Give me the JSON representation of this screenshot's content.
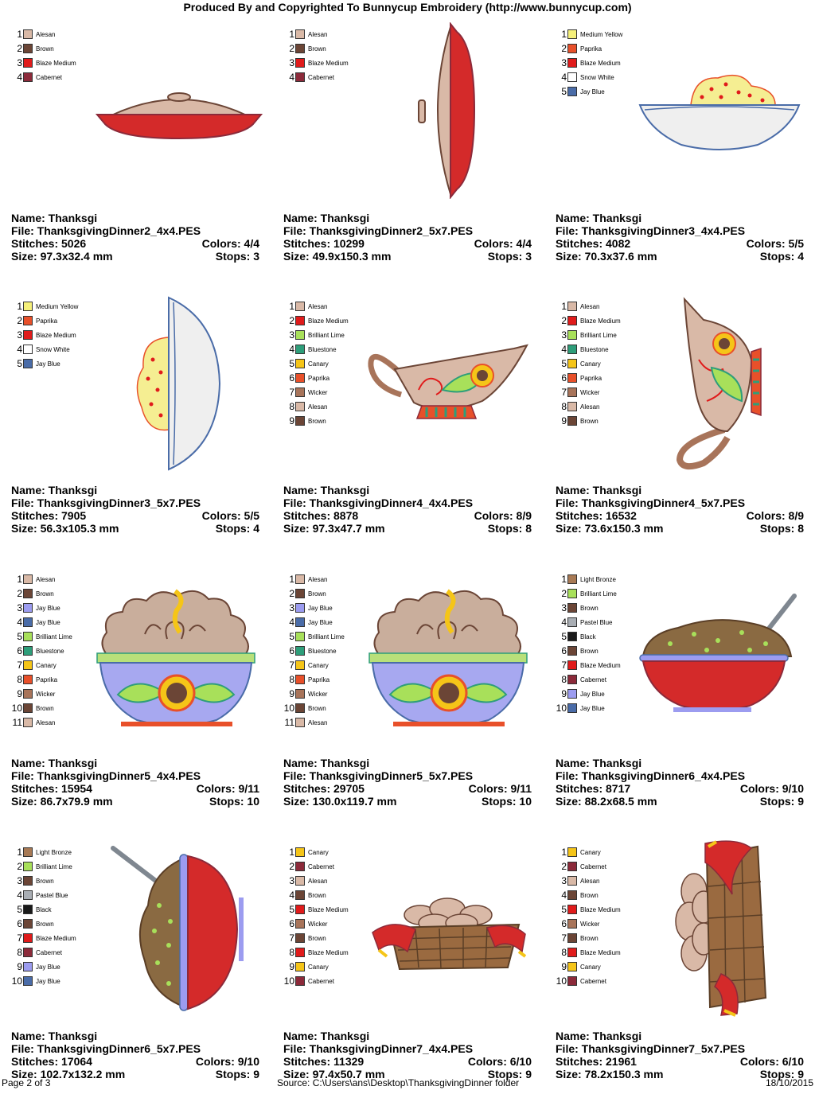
{
  "header": "Produced By and Copyrighted To Bunnycup Embroidery (http://www.bunnycup.com)",
  "footer": {
    "page": "Page 2 of 3",
    "source": "Source: C:\\Users\\ans\\Desktop\\ThanksgivingDinner folder",
    "date": "18/10/2015"
  },
  "designs": [
    {
      "name": "Name: Thanksgi",
      "file": "File: ThanksgivingDinner2_4x4.PES",
      "stitches": "Stitches: 5026",
      "colors": "Colors: 4/4",
      "size": "Size: 97.3x32.4 mm",
      "stops": "Stops: 3",
      "thread_colors": [
        {
          "num": "1",
          "name": "Alesan",
          "hex": "#D9B9A7"
        },
        {
          "num": "2",
          "name": "Brown",
          "hex": "#6B4536"
        },
        {
          "num": "3",
          "name": "Blaze Medium",
          "hex": "#E01B1B"
        },
        {
          "num": "4",
          "name": "Cabernet",
          "hex": "#8C2A3A"
        }
      ]
    },
    {
      "name": "Name: Thanksgi",
      "file": "File: ThanksgivingDinner2_5x7.PES",
      "stitches": "Stitches: 10299",
      "colors": "Colors: 4/4",
      "size": "Size: 49.9x150.3 mm",
      "stops": "Stops: 3",
      "thread_colors": [
        {
          "num": "1",
          "name": "Alesan",
          "hex": "#D9B9A7"
        },
        {
          "num": "2",
          "name": "Brown",
          "hex": "#6B4536"
        },
        {
          "num": "3",
          "name": "Blaze Medium",
          "hex": "#E01B1B"
        },
        {
          "num": "4",
          "name": "Cabernet",
          "hex": "#8C2A3A"
        }
      ]
    },
    {
      "name": "Name: Thanksgi",
      "file": "File: ThanksgivingDinner3_4x4.PES",
      "stitches": "Stitches: 4082",
      "colors": "Colors: 5/5",
      "size": "Size: 70.3x37.6 mm",
      "stops": "Stops: 4",
      "thread_colors": [
        {
          "num": "1",
          "name": "Medium Yellow",
          "hex": "#F5F07A"
        },
        {
          "num": "2",
          "name": "Paprika",
          "hex": "#E8502A"
        },
        {
          "num": "3",
          "name": "Blaze Medium",
          "hex": "#E01B1B"
        },
        {
          "num": "4",
          "name": "Snow White",
          "hex": "#FFFFFF"
        },
        {
          "num": "5",
          "name": "Jay Blue",
          "hex": "#4A6CA8"
        }
      ]
    },
    {
      "name": "Name: Thanksgi",
      "file": "File: ThanksgivingDinner3_5x7.PES",
      "stitches": "Stitches: 7905",
      "colors": "Colors: 5/5",
      "size": "Size: 56.3x105.3 mm",
      "stops": "Stops: 4",
      "thread_colors": [
        {
          "num": "1",
          "name": "Medium Yellow",
          "hex": "#F5F07A"
        },
        {
          "num": "2",
          "name": "Paprika",
          "hex": "#E8502A"
        },
        {
          "num": "3",
          "name": "Blaze Medium",
          "hex": "#E01B1B"
        },
        {
          "num": "4",
          "name": "Snow White",
          "hex": "#FFFFFF"
        },
        {
          "num": "5",
          "name": "Jay Blue",
          "hex": "#4A6CA8"
        }
      ]
    },
    {
      "name": "Name: Thanksgi",
      "file": "File: ThanksgivingDinner4_4x4.PES",
      "stitches": "Stitches: 8878",
      "colors": "Colors: 8/9",
      "size": "Size: 97.3x47.7 mm",
      "stops": "Stops: 8",
      "thread_colors": [
        {
          "num": "1",
          "name": "Alesan",
          "hex": "#D9B9A7"
        },
        {
          "num": "2",
          "name": "Blaze Medium",
          "hex": "#E01B1B"
        },
        {
          "num": "3",
          "name": "Brilliant Lime",
          "hex": "#A8E05A"
        },
        {
          "num": "4",
          "name": "Bluestone",
          "hex": "#2E9E7A"
        },
        {
          "num": "5",
          "name": "Canary",
          "hex": "#F5C518"
        },
        {
          "num": "6",
          "name": "Paprika",
          "hex": "#E8502A"
        },
        {
          "num": "7",
          "name": "Wicker",
          "hex": "#A8745A"
        },
        {
          "num": "8",
          "name": "Alesan",
          "hex": "#D9B9A7"
        },
        {
          "num": "9",
          "name": "Brown",
          "hex": "#6B4536"
        }
      ]
    },
    {
      "name": "Name: Thanksgi",
      "file": "File: ThanksgivingDinner4_5x7.PES",
      "stitches": "Stitches: 16532",
      "colors": "Colors: 8/9",
      "size": "Size: 73.6x150.3 mm",
      "stops": "Stops: 8",
      "thread_colors": [
        {
          "num": "1",
          "name": "Alesan",
          "hex": "#D9B9A7"
        },
        {
          "num": "2",
          "name": "Blaze Medium",
          "hex": "#E01B1B"
        },
        {
          "num": "3",
          "name": "Brilliant Lime",
          "hex": "#A8E05A"
        },
        {
          "num": "4",
          "name": "Bluestone",
          "hex": "#2E9E7A"
        },
        {
          "num": "5",
          "name": "Canary",
          "hex": "#F5C518"
        },
        {
          "num": "6",
          "name": "Paprika",
          "hex": "#E8502A"
        },
        {
          "num": "7",
          "name": "Wicker",
          "hex": "#A8745A"
        },
        {
          "num": "8",
          "name": "Alesan",
          "hex": "#D9B9A7"
        },
        {
          "num": "9",
          "name": "Brown",
          "hex": "#6B4536"
        }
      ]
    },
    {
      "name": "Name: Thanksgi",
      "file": "File: ThanksgivingDinner5_4x4.PES",
      "stitches": "Stitches: 15954",
      "colors": "Colors: 9/11",
      "size": "Size: 86.7x79.9 mm",
      "stops": "Stops: 10",
      "thread_colors": [
        {
          "num": "1",
          "name": "Alesan",
          "hex": "#D9B9A7"
        },
        {
          "num": "2",
          "name": "Brown",
          "hex": "#6B4536"
        },
        {
          "num": "3",
          "name": "Jay Blue",
          "hex": "#9C9CF0"
        },
        {
          "num": "4",
          "name": "Jay Blue",
          "hex": "#4A6CA8"
        },
        {
          "num": "5",
          "name": "Brilliant Lime",
          "hex": "#A8E05A"
        },
        {
          "num": "6",
          "name": "Bluestone",
          "hex": "#2E9E7A"
        },
        {
          "num": "7",
          "name": "Canary",
          "hex": "#F5C518"
        },
        {
          "num": "8",
          "name": "Paprika",
          "hex": "#E8502A"
        },
        {
          "num": "9",
          "name": "Wicker",
          "hex": "#A8745A"
        },
        {
          "num": "10",
          "name": "Brown",
          "hex": "#6B4536"
        },
        {
          "num": "11",
          "name": "Alesan",
          "hex": "#D9B9A7"
        }
      ]
    },
    {
      "name": "Name: Thanksgi",
      "file": "File: ThanksgivingDinner5_5x7.PES",
      "stitches": "Stitches: 29705",
      "colors": "Colors: 9/11",
      "size": "Size: 130.0x119.7 mm",
      "stops": "Stops: 10",
      "thread_colors": [
        {
          "num": "1",
          "name": "Alesan",
          "hex": "#D9B9A7"
        },
        {
          "num": "2",
          "name": "Brown",
          "hex": "#6B4536"
        },
        {
          "num": "3",
          "name": "Jay Blue",
          "hex": "#9C9CF0"
        },
        {
          "num": "4",
          "name": "Jay Blue",
          "hex": "#4A6CA8"
        },
        {
          "num": "5",
          "name": "Brilliant Lime",
          "hex": "#A8E05A"
        },
        {
          "num": "6",
          "name": "Bluestone",
          "hex": "#2E9E7A"
        },
        {
          "num": "7",
          "name": "Canary",
          "hex": "#F5C518"
        },
        {
          "num": "8",
          "name": "Paprika",
          "hex": "#E8502A"
        },
        {
          "num": "9",
          "name": "Wicker",
          "hex": "#A8745A"
        },
        {
          "num": "10",
          "name": "Brown",
          "hex": "#6B4536"
        },
        {
          "num": "11",
          "name": "Alesan",
          "hex": "#D9B9A7"
        }
      ]
    },
    {
      "name": "Name: Thanksgi",
      "file": "File: ThanksgivingDinner6_4x4.PES",
      "stitches": "Stitches: 8717",
      "colors": "Colors: 9/10",
      "size": "Size: 88.2x68.5 mm",
      "stops": "Stops: 9",
      "thread_colors": [
        {
          "num": "1",
          "name": "Light Bronze",
          "hex": "#A87A55"
        },
        {
          "num": "2",
          "name": "Brilliant Lime",
          "hex": "#A8E05A"
        },
        {
          "num": "3",
          "name": "Brown",
          "hex": "#6B4536"
        },
        {
          "num": "4",
          "name": "Pastel Blue",
          "hex": "#A9AEB4"
        },
        {
          "num": "5",
          "name": "Black",
          "hex": "#1A1A1A"
        },
        {
          "num": "6",
          "name": "Brown",
          "hex": "#6B4536"
        },
        {
          "num": "7",
          "name": "Blaze Medium",
          "hex": "#E01B1B"
        },
        {
          "num": "8",
          "name": "Cabernet",
          "hex": "#8C2A3A"
        },
        {
          "num": "9",
          "name": "Jay Blue",
          "hex": "#9C9CF0"
        },
        {
          "num": "10",
          "name": "Jay Blue",
          "hex": "#4A6CA8"
        }
      ]
    },
    {
      "name": "Name: Thanksgi",
      "file": "File: ThanksgivingDinner6_5x7.PES",
      "stitches": "Stitches: 17064",
      "colors": "Colors: 9/10",
      "size": "Size: 102.7x132.2 mm",
      "stops": "Stops: 9",
      "thread_colors": [
        {
          "num": "1",
          "name": "Light Bronze",
          "hex": "#A87A55"
        },
        {
          "num": "2",
          "name": "Brilliant Lime",
          "hex": "#A8E05A"
        },
        {
          "num": "3",
          "name": "Brown",
          "hex": "#6B4536"
        },
        {
          "num": "4",
          "name": "Pastel Blue",
          "hex": "#A9AEB4"
        },
        {
          "num": "5",
          "name": "Black",
          "hex": "#1A1A1A"
        },
        {
          "num": "6",
          "name": "Brown",
          "hex": "#6B4536"
        },
        {
          "num": "7",
          "name": "Blaze Medium",
          "hex": "#E01B1B"
        },
        {
          "num": "8",
          "name": "Cabernet",
          "hex": "#8C2A3A"
        },
        {
          "num": "9",
          "name": "Jay Blue",
          "hex": "#9C9CF0"
        },
        {
          "num": "10",
          "name": "Jay Blue",
          "hex": "#4A6CA8"
        }
      ]
    },
    {
      "name": "Name: Thanksgi",
      "file": "File: ThanksgivingDinner7_4x4.PES",
      "stitches": "Stitches: 11329",
      "colors": "Colors: 6/10",
      "size": "Size: 97.4x50.7 mm",
      "stops": "Stops: 9",
      "thread_colors": [
        {
          "num": "1",
          "name": "Canary",
          "hex": "#F5C518"
        },
        {
          "num": "2",
          "name": "Cabernet",
          "hex": "#8C2A3A"
        },
        {
          "num": "3",
          "name": "Alesan",
          "hex": "#D9B9A7"
        },
        {
          "num": "4",
          "name": "Brown",
          "hex": "#6B4536"
        },
        {
          "num": "5",
          "name": "Blaze Medium",
          "hex": "#E01B1B"
        },
        {
          "num": "6",
          "name": "Wicker",
          "hex": "#A8745A"
        },
        {
          "num": "7",
          "name": "Brown",
          "hex": "#6B4536"
        },
        {
          "num": "8",
          "name": "Blaze Medium",
          "hex": "#E01B1B"
        },
        {
          "num": "9",
          "name": "Canary",
          "hex": "#F5C518"
        },
        {
          "num": "10",
          "name": "Cabernet",
          "hex": "#8C2A3A"
        }
      ]
    },
    {
      "name": "Name: Thanksgi",
      "file": "File: ThanksgivingDinner7_5x7.PES",
      "stitches": "Stitches: 21961",
      "colors": "Colors: 6/10",
      "size": "Size: 78.2x150.3 mm",
      "stops": "Stops: 9",
      "thread_colors": [
        {
          "num": "1",
          "name": "Canary",
          "hex": "#F5C518"
        },
        {
          "num": "2",
          "name": "Cabernet",
          "hex": "#8C2A3A"
        },
        {
          "num": "3",
          "name": "Alesan",
          "hex": "#D9B9A7"
        },
        {
          "num": "4",
          "name": "Brown",
          "hex": "#6B4536"
        },
        {
          "num": "5",
          "name": "Blaze Medium",
          "hex": "#E01B1B"
        },
        {
          "num": "6",
          "name": "Wicker",
          "hex": "#A8745A"
        },
        {
          "num": "7",
          "name": "Brown",
          "hex": "#6B4536"
        },
        {
          "num": "8",
          "name": "Blaze Medium",
          "hex": "#E01B1B"
        },
        {
          "num": "9",
          "name": "Canary",
          "hex": "#F5C518"
        },
        {
          "num": "10",
          "name": "Cabernet",
          "hex": "#8C2A3A"
        }
      ]
    }
  ]
}
